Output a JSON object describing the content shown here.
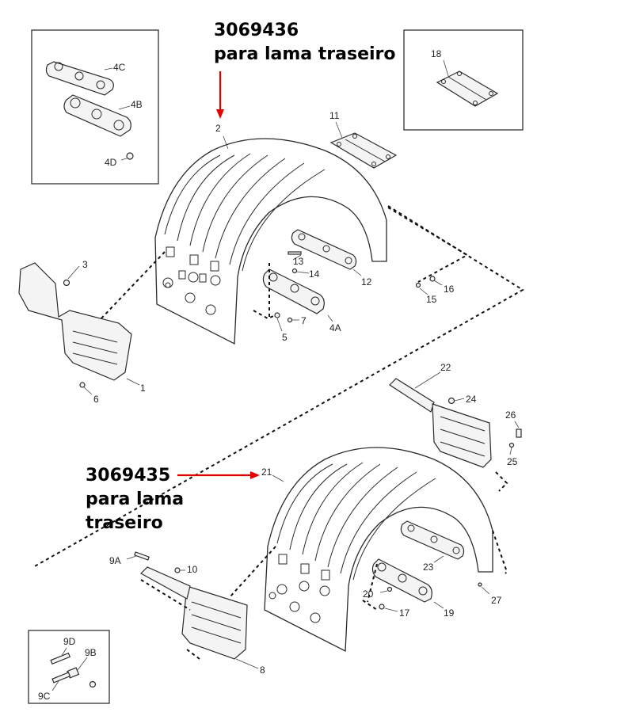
{
  "callouts": {
    "upper": {
      "part_number": "3069436",
      "line1": "para lama traseiro"
    },
    "lower": {
      "part_number": "3069435",
      "line1": "para lama",
      "line2": "traseiro"
    }
  },
  "labels": {
    "l2": "2",
    "l3": "3",
    "l4C": "4C",
    "l4B": "4B",
    "l4D": "4D",
    "l4A": "4A",
    "l5": "5",
    "l6": "6",
    "l7": "7",
    "l1": "1",
    "l11": "11",
    "l12": "12",
    "l13": "13",
    "l14": "14",
    "l15": "15",
    "l16": "16",
    "l18": "18",
    "l21": "21",
    "l22": "22",
    "l23": "23",
    "l24": "24",
    "l25": "25",
    "l26": "26",
    "l27": "27",
    "l8": "8",
    "l9A": "9A",
    "l10": "10",
    "l17": "17",
    "l19": "19",
    "l20": "20",
    "l9D": "9D",
    "l9B": "9B",
    "l9C": "9C"
  },
  "colors": {
    "arrow": "#e00000",
    "line": "#2a2a2a"
  }
}
